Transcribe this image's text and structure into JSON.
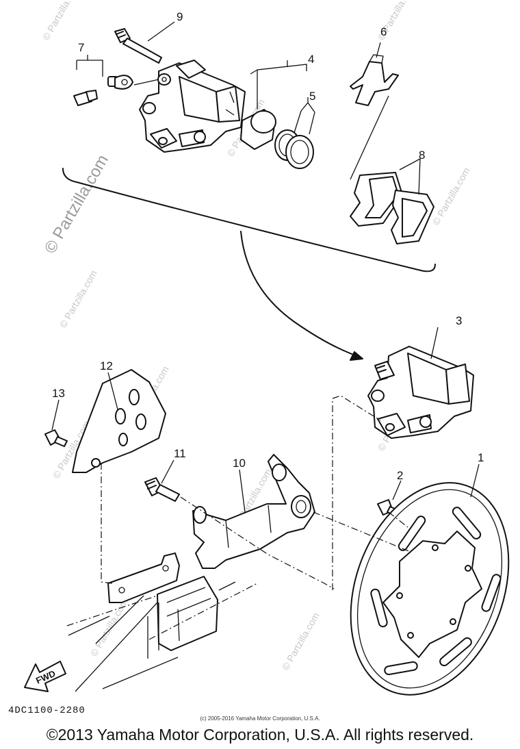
{
  "watermark": {
    "text": "© Partzilla.com"
  },
  "callouts": {
    "c1": "1",
    "c2": "2",
    "c3": "3",
    "c4": "4",
    "c5": "5",
    "c6": "6",
    "c7": "7",
    "c8": "8",
    "c9": "9",
    "c10": "10",
    "c11": "11",
    "c12": "12",
    "c13": "13"
  },
  "fwd_label": "FWD",
  "diagram_code": "4DC1100-2280",
  "small_copyright": "(c) 2005-2016 Yamaha Motor Corporation, U.S.A.",
  "footer_copyright": "©2013 Yamaha Motor Corporation, U.S.A. All rights reserved."
}
